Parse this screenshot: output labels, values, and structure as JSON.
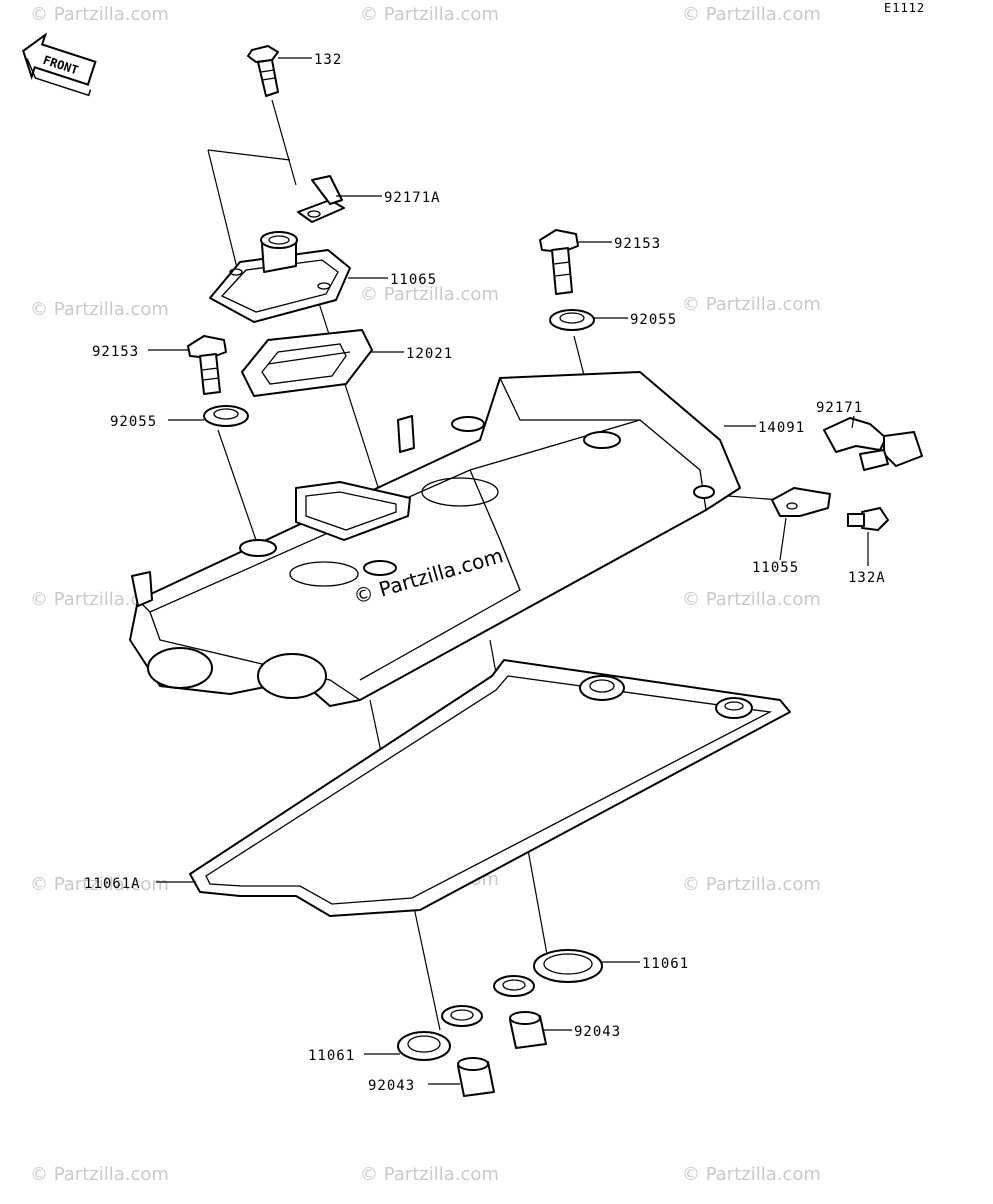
{
  "diagram": {
    "code": "E1112",
    "front_label": "FRONT",
    "watermark": "© Partzilla.com",
    "parts": [
      {
        "id": "132",
        "label": "132"
      },
      {
        "id": "92171A",
        "label": "92171A"
      },
      {
        "id": "11065",
        "label": "11065"
      },
      {
        "id": "92153-top",
        "label": "92153"
      },
      {
        "id": "92055-top",
        "label": "92055"
      },
      {
        "id": "92153-left",
        "label": "92153"
      },
      {
        "id": "12021",
        "label": "12021"
      },
      {
        "id": "92055-left",
        "label": "92055"
      },
      {
        "id": "92171",
        "label": "92171"
      },
      {
        "id": "14091",
        "label": "14091"
      },
      {
        "id": "11055",
        "label": "11055"
      },
      {
        "id": "132A",
        "label": "132A"
      },
      {
        "id": "11061A",
        "label": "11061A"
      },
      {
        "id": "11061-right",
        "label": "11061"
      },
      {
        "id": "92043-right",
        "label": "92043"
      },
      {
        "id": "11061-left",
        "label": "11061"
      },
      {
        "id": "92043-left",
        "label": "92043"
      }
    ]
  }
}
